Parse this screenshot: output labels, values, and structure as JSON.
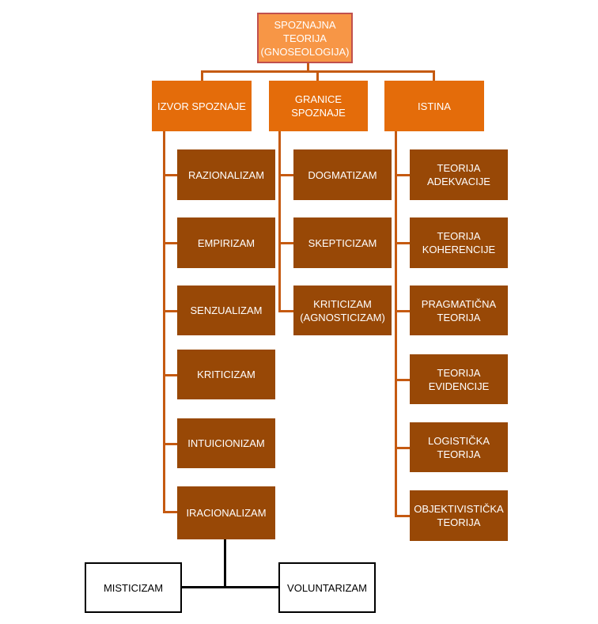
{
  "root": "SPOZNAJNA\nTEORIJA\n(GNOSEOLOGIJA)",
  "columns": [
    {
      "title": "IZVOR SPOZNAJE",
      "items": [
        "RAZIONALIZAM",
        "EMPIRIZAM",
        "SENZUALIZAM",
        "KRITICIZAM",
        "INTUICIONIZAM",
        "IRACIONALIZAM"
      ]
    },
    {
      "title": "GRANICE\nSPOZNAJE",
      "items": [
        "DOGMATIZAM",
        "SKEPTICIZAM",
        "KRITICIZAM\n(AGNOSTICIZAM)"
      ]
    },
    {
      "title": "ISTINA",
      "items": [
        "TEORIJA\nADEKVACIJE",
        "TEORIJA\nKOHERENCIJE",
        "PRAGMATIČNA\nTEORIJA",
        "TEORIJA\nEVIDENCIJE",
        "LOGISTIČKA\nTEORIJA",
        "OBJEKTIVISTIČKA\nTEORIJA"
      ]
    }
  ],
  "iracionalizam_branches": [
    "MISTICIZAM",
    "VOLUNTARIZAM"
  ],
  "colors": {
    "root_fill": "#f79646",
    "root_border": "#c0504d",
    "header_fill": "#e46c0a",
    "child_fill": "#984806",
    "connector": "#c55a11"
  }
}
